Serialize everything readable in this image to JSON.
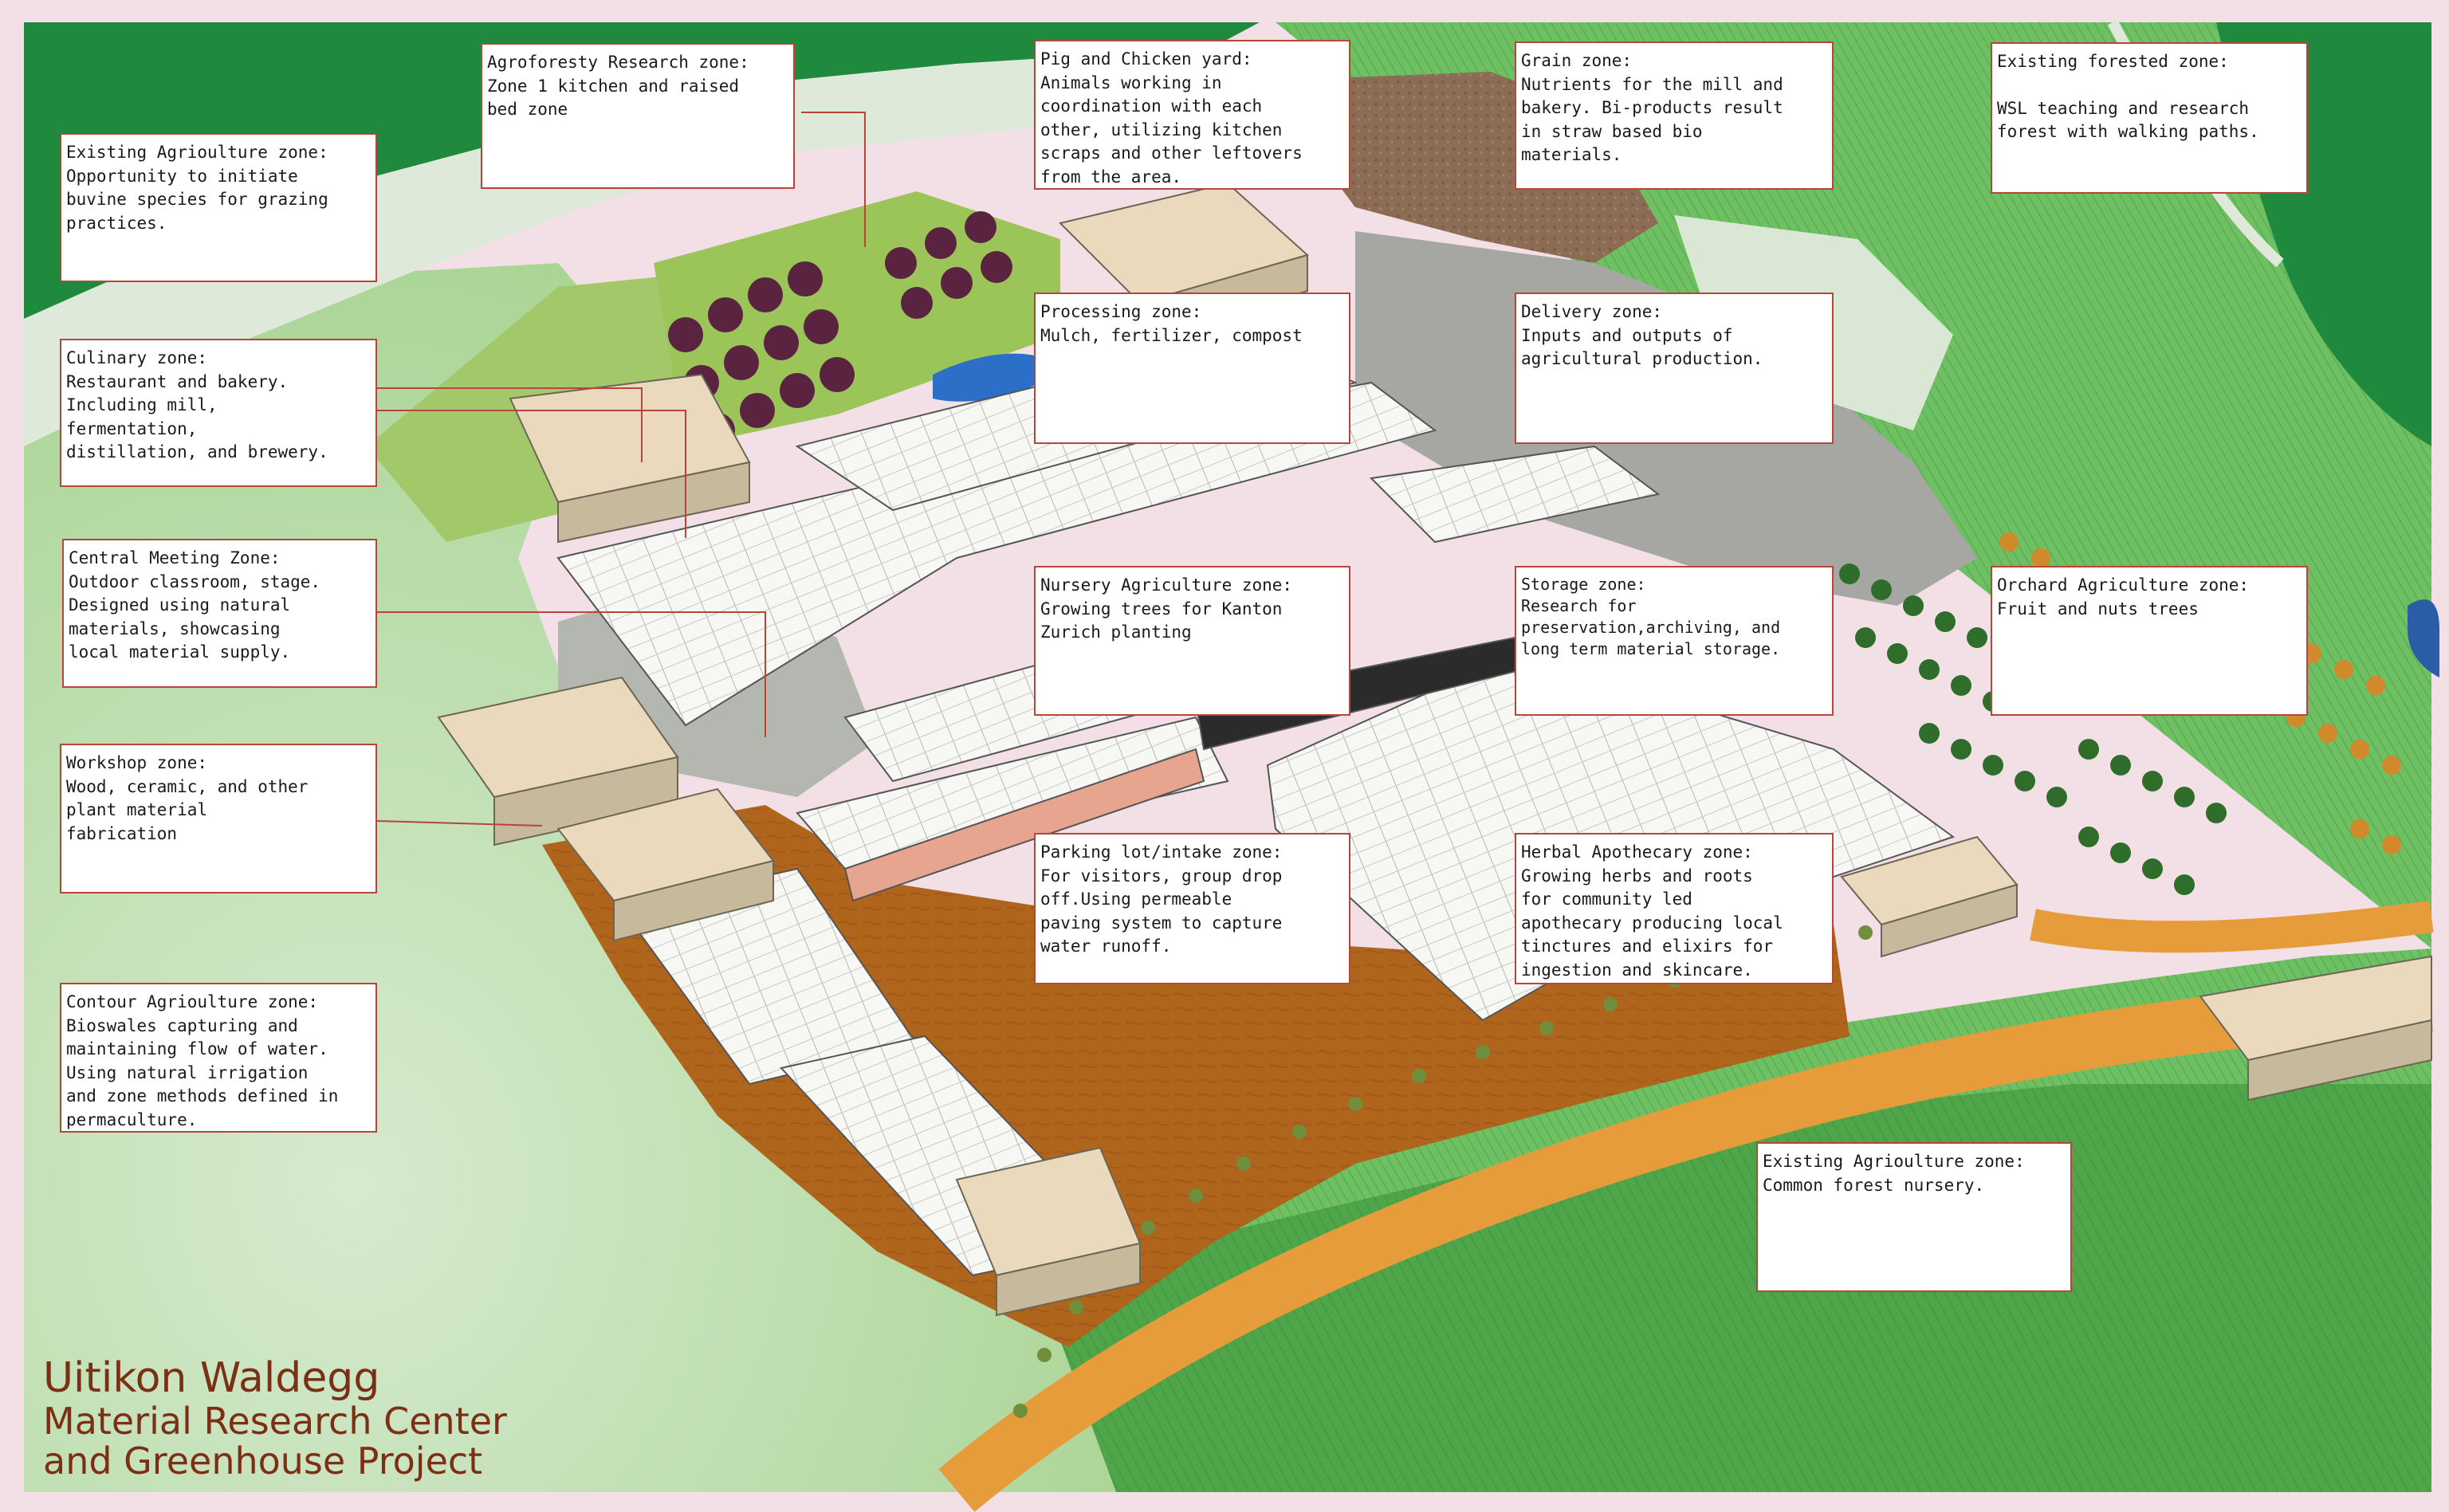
{
  "title": {
    "line1": "Uitikon Waldegg",
    "line2": "Material Research Center",
    "line3": "and Greenhouse Project"
  },
  "zones": [
    {
      "title": "Agroforesty Research zone:",
      "text": "Zone 1 kitchen and raised\nbed zone"
    },
    {
      "title": "Pig and Chicken yard:",
      "text": "Animals working in\ncoordination with each\nother, utilizing kitchen\nscraps and other leftovers\nfrom the area."
    },
    {
      "title": "Grain zone:",
      "text": "Nutrients for the mill and\nbakery. Bi-products result\nin straw based bio\nmaterials."
    },
    {
      "title": "Existing forested zone:",
      "text": "WSL teaching and research\nforest with walking paths."
    },
    {
      "title": "Existing Agrioulture zone:",
      "text": "Opportunity to initiate\nbuvine species for grazing\npractices."
    },
    {
      "title": "Culinary zone:",
      "text": "Restaurant and bakery.\nIncluding mill,\nfermentation,\ndistillation, and brewery."
    },
    {
      "title": "Processing zone:",
      "text": "Mulch, fertilizer, compost"
    },
    {
      "title": "Delivery zone:",
      "text": "Inputs and outputs of\nagricultural production."
    },
    {
      "title": "Central Meeting Zone:",
      "text": "Outdoor classroom, stage.\nDesigned using natural\nmaterials, showcasing\nlocal material supply."
    },
    {
      "title": "Nursery Agriculture zone:",
      "text": "Growing trees for Kanton\nZurich planting"
    },
    {
      "title": "Storage zone:",
      "text": "Research for\npreservation,archiving, and\nlong term material storage."
    },
    {
      "title": "Orchard Agriculture zone:",
      "text": "Fruit and nuts trees"
    },
    {
      "title": "Workshop zone:",
      "text": "Wood, ceramic, and other\nplant material\nfabrication"
    },
    {
      "title": "Parking lot/intake zone:",
      "text": "For visitors, group drop\noff.Using permeable\npaving system to capture\nwater runoff."
    },
    {
      "title": "Herbal Apothecary zone:",
      "text": "Growing herbs and roots\nfor community led\napothecary producing local\ntinctures and elixirs for\ningestion and skincare."
    },
    {
      "title": "Contour Agrioulture zone:",
      "text": "Bioswales capturing and\nmaintaining flow of water.\nUsing natural irrigation\nand zone methods defined in\npermaculture."
    },
    {
      "title": "Existing Agrioulture zone:",
      "text": "Common forest nursery."
    }
  ],
  "colors": {
    "border": "#f3dfe6",
    "forest": "#1f8a3e",
    "field": "#5bb35a",
    "meadow": "#c9e2b4",
    "path": "#d9e7d4",
    "parking": "#b86a1e",
    "orange_path": "#e69c3a",
    "gravel": "#a0a19c",
    "grain": "#8f6f58",
    "leader": "#b9443a",
    "title": "#7b2f15"
  }
}
